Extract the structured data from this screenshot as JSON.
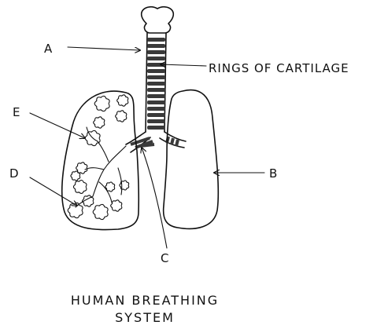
{
  "labels": {
    "a": "A",
    "b": "B",
    "c": "C",
    "d": "D",
    "e": "E",
    "rings": "RINGS OF CARTILAGE"
  },
  "caption": {
    "line1": "HUMAN BREATHING",
    "line2": "SYSTEM"
  },
  "colors": {
    "ink": "#111111",
    "ring_fill": "#3a3a3a",
    "background": "#ffffff"
  }
}
